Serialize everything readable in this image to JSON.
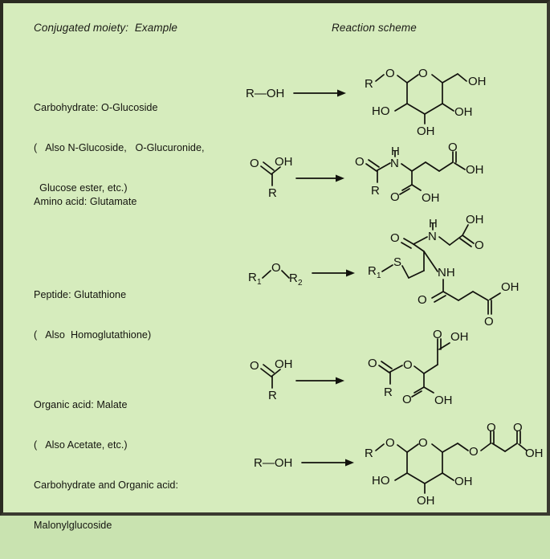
{
  "figure": {
    "background_color": "#d6ecbd",
    "border_color": "#2b2b22",
    "ink_color": "#12120d",
    "headers": {
      "left": "Conjugated moiety:  Example",
      "right": "Reaction scheme"
    }
  },
  "rows": [
    {
      "id": "carbohydrate-o-glucoside",
      "label_lines": [
        "Carbohydrate: O-Glucoside",
        "(   Also N-Glucoside,   O-Glucuronide,",
        "  Glucose ester, etc.)"
      ],
      "reactant": "R—OH",
      "arrow": "reaction-arrow",
      "product_name": "O-Glucoside",
      "product_atom_labels": [
        "R",
        "O",
        "O",
        "OH",
        "HO",
        "OH",
        "OH"
      ]
    },
    {
      "id": "amino-acid-glutamate",
      "label_lines": [
        "Amino acid: Glutamate"
      ],
      "reactant": "carboxylic-acid R-COOH",
      "reactant_atom_labels": [
        "O",
        "OH",
        "R"
      ],
      "arrow": "reaction-arrow",
      "product_name": "Glutamate conjugate",
      "product_atom_labels": [
        "O",
        "R",
        "H",
        "N",
        "O",
        "OH",
        "O",
        "OH"
      ]
    },
    {
      "id": "peptide-glutathione",
      "label_lines": [
        "Peptide: Glutathione",
        "(   Also  Homoglutathione)"
      ],
      "reactant": "ether R1-O-R2",
      "reactant_atom_labels": [
        "R",
        "1",
        "O",
        "R",
        "2"
      ],
      "arrow": "reaction-arrow",
      "product_name": "Glutathione conjugate",
      "product_atom_labels": [
        "R",
        "1",
        "S",
        "O",
        "H",
        "N",
        "OH",
        "O",
        "NH",
        "O",
        "OH",
        "O"
      ]
    },
    {
      "id": "organic-acid-malate",
      "label_lines": [
        "Organic acid: Malate",
        "(   Also Acetate, etc.)"
      ],
      "reactant": "carboxylic-acid R-COOH",
      "reactant_atom_labels": [
        "O",
        "OH",
        "R"
      ],
      "arrow": "reaction-arrow",
      "product_name": "Malate ester",
      "product_atom_labels": [
        "O",
        "R",
        "O",
        "O",
        "OH",
        "O",
        "OH"
      ]
    },
    {
      "id": "carbohydrate-organic-acid-malonylglucoside",
      "label_lines": [
        "Carbohydrate and Organic acid:",
        "Malonylglucoside"
      ],
      "reactant": "R—OH",
      "arrow": "reaction-arrow",
      "product_name": "Malonylglucoside",
      "product_atom_labels": [
        "R",
        "O",
        "O",
        "O",
        "O",
        "O",
        "OH",
        "HO",
        "OH",
        "OH"
      ]
    }
  ],
  "atoms": {
    "R": "R",
    "R1": "R",
    "R2": "R",
    "sub1": "1",
    "sub2": "2",
    "O": "O",
    "OH": "OH",
    "HO": "HO",
    "N": "N",
    "NH": "NH",
    "H": "H",
    "S": "S",
    "ROH": "R—OH"
  }
}
